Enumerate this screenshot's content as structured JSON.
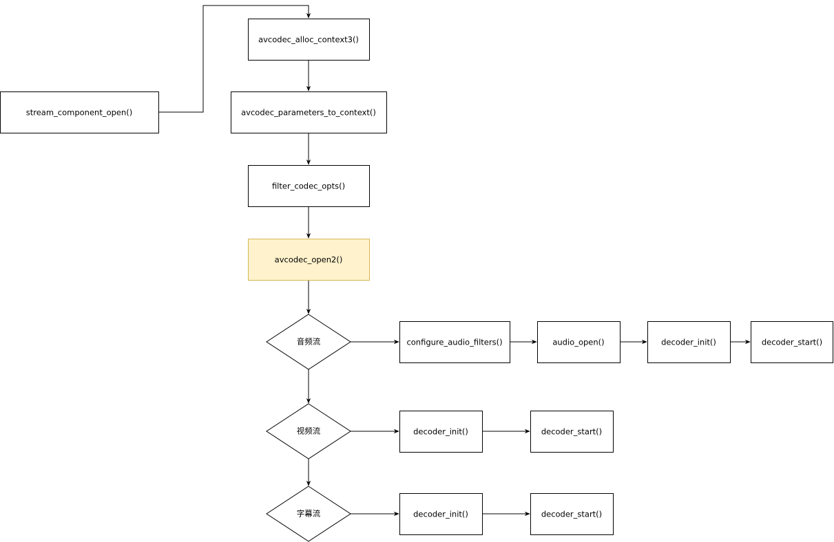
{
  "nodes": {
    "stream_component_open": "stream_component_open()",
    "alloc_context": "avcodec_alloc_context3()",
    "parameters_to_context": "avcodec_parameters_to_context()",
    "filter_codec_opts": "filter_codec_opts()",
    "avcodec_open2": "avcodec_open2()",
    "audio_stream": "音频流",
    "video_stream": "视频流",
    "subtitle_stream": "字幕流",
    "configure_audio_filters": "configure_audio_filters()",
    "audio_open": "audio_open()",
    "audio_decoder_init": "decoder_init()",
    "audio_decoder_start": "decoder_start()",
    "video_decoder_init": "decoder_init()",
    "video_decoder_start": "decoder_start()",
    "subtitle_decoder_init": "decoder_init()",
    "subtitle_decoder_start": "decoder_start()"
  },
  "colors": {
    "highlight_fill": "#fff2cc",
    "highlight_stroke": "#d6b656",
    "default_fill": "#ffffff",
    "stroke": "#000000"
  }
}
